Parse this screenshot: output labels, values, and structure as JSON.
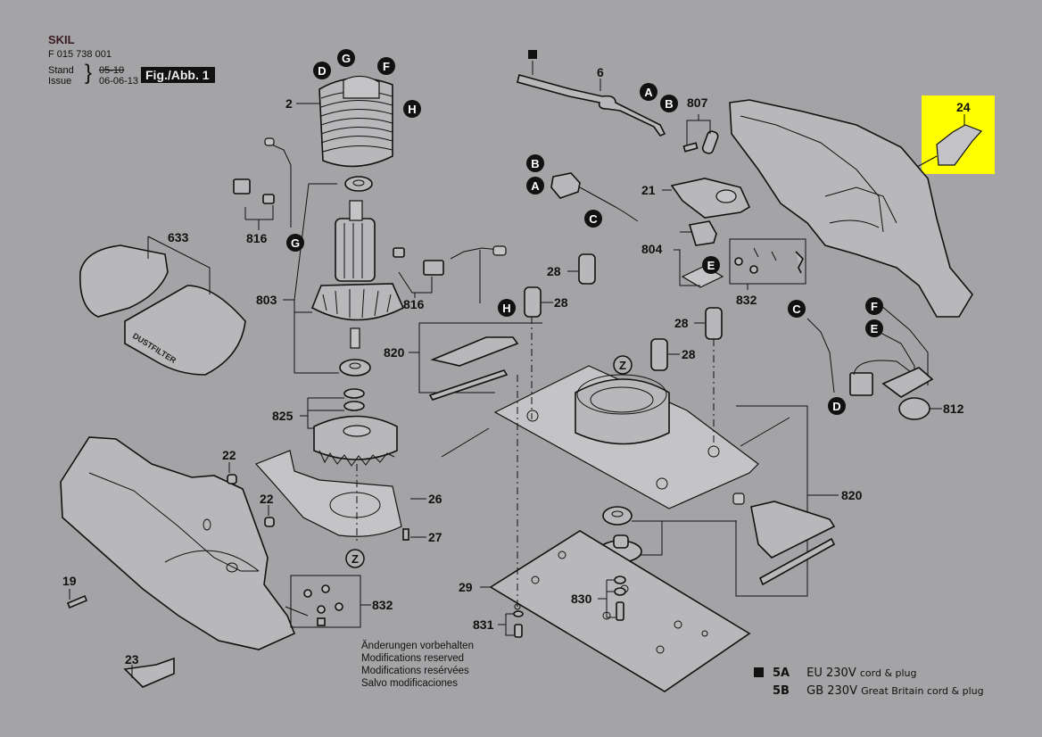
{
  "header": {
    "brand": "SKIL",
    "part_number": "F 015 738 001",
    "stand_label": "Stand",
    "issue_label": "Issue",
    "stand_date_struck": "05-10",
    "issue_date": "06-06-13",
    "figure_label": "Fig./Abb. 1"
  },
  "highlight": {
    "part": "24",
    "color": "#ffff00"
  },
  "parts": [
    {
      "id": "2"
    },
    {
      "id": "6"
    },
    {
      "id": "19"
    },
    {
      "id": "21"
    },
    {
      "id": "22a",
      "label": "22"
    },
    {
      "id": "22b",
      "label": "22"
    },
    {
      "id": "23"
    },
    {
      "id": "24"
    },
    {
      "id": "26"
    },
    {
      "id": "27"
    },
    {
      "id": "28a",
      "label": "28"
    },
    {
      "id": "28b",
      "label": "28"
    },
    {
      "id": "28c",
      "label": "28"
    },
    {
      "id": "28d",
      "label": "28"
    },
    {
      "id": "29"
    },
    {
      "id": "633"
    },
    {
      "id": "803"
    },
    {
      "id": "804"
    },
    {
      "id": "807"
    },
    {
      "id": "812"
    },
    {
      "id": "816a",
      "label": "816"
    },
    {
      "id": "816b",
      "label": "816"
    },
    {
      "id": "820a",
      "label": "820"
    },
    {
      "id": "820b",
      "label": "820"
    },
    {
      "id": "825"
    },
    {
      "id": "830"
    },
    {
      "id": "831"
    },
    {
      "id": "832a",
      "label": "832"
    },
    {
      "id": "832b",
      "label": "832"
    }
  ],
  "labels": {
    "p2": "2",
    "p6": "6",
    "p19": "19",
    "p21": "21",
    "p22a": "22",
    "p22b": "22",
    "p23": "23",
    "p24": "24",
    "p26": "26",
    "p27": "27",
    "p28a": "28",
    "p28b": "28",
    "p28c": "28",
    "p28d": "28",
    "p29": "29",
    "p633": "633",
    "p803": "803",
    "p804": "804",
    "p807": "807",
    "p812": "812",
    "p816a": "816",
    "p816b": "816",
    "p820a": "820",
    "p820b": "820",
    "p825": "825",
    "p830": "830",
    "p831": "831",
    "p832a": "832",
    "p832b": "832"
  },
  "connectors": {
    "A1": "A",
    "B1": "B",
    "A2": "A",
    "B2": "B",
    "C1": "C",
    "C2": "C",
    "D1": "D",
    "D2": "D",
    "E1": "E",
    "E2": "E",
    "F1": "F",
    "F2": "F",
    "G1": "G",
    "G2": "G",
    "H1": "H",
    "H2": "H",
    "Z1": "Z",
    "Z2": "Z"
  },
  "filter_text": "DUSTFILTER",
  "notes": [
    "Änderungen vorbehalten",
    "Modifications reserved",
    "Modifications resérvées",
    "Salvo modificaciones"
  ],
  "legend": [
    {
      "marker": "square",
      "code": "5A",
      "voltage": "EU 230V",
      "desc": "cord & plug"
    },
    {
      "marker": "none",
      "code": "5B",
      "voltage": "GB 230V",
      "desc": "Great Britain cord & plug"
    }
  ]
}
